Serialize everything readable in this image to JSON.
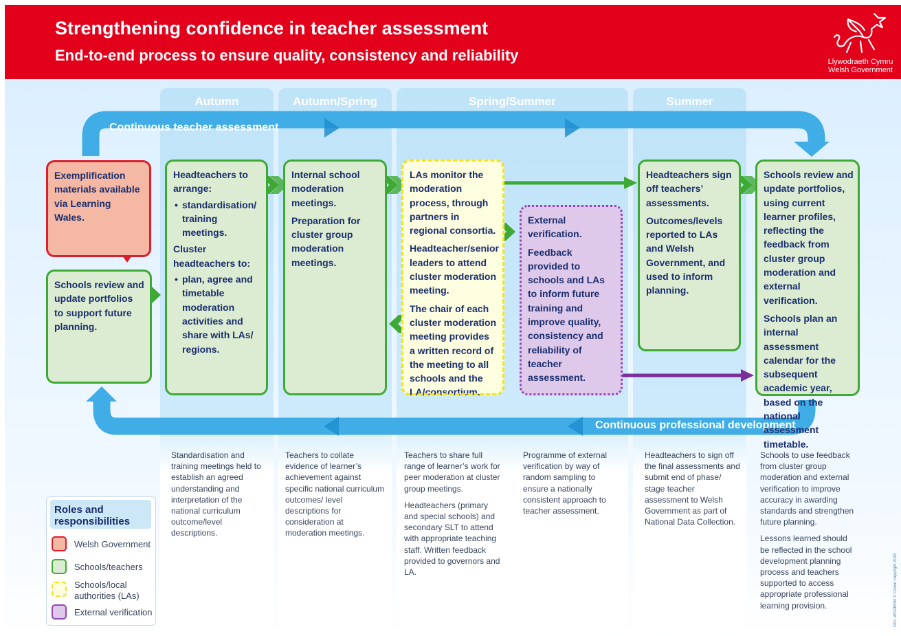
{
  "header": {
    "title": "Strengthening confidence in teacher assessment",
    "subtitle": "End-to-end process to ensure quality, consistency and reliability",
    "logo_line1": "Llywodraeth Cymru",
    "logo_line2": "Welsh Government"
  },
  "columns": {
    "autumn": "Autumn",
    "autumn_spring": "Autumn/Spring",
    "spring_summer": "Spring/Summer",
    "summer": "Summer"
  },
  "banners": {
    "top": "Continuous teacher assessment",
    "bottom": "Continuous professional development"
  },
  "boxes": {
    "exemplification": "Exemplification materials available via Learning Wales.",
    "schools_left": "Schools review and update portfolios to support future planning.",
    "headteachers_arrange": {
      "intro": "Headteachers to arrange:",
      "bullet1": "standardisation/ training meetings.",
      "cluster_intro": "Cluster headteachers to:",
      "bullet2": "plan, agree and timetable moderation activities and share with LAs/ regions."
    },
    "internal": {
      "p1": "Internal school moderation meetings.",
      "p2": "Preparation for cluster group moderation meetings."
    },
    "las": {
      "p1": "LAs monitor the moderation process, through partners in regional consortia.",
      "p2": "Headteacher/senior leaders to attend cluster moderation meeting.",
      "p3": "The chair of each cluster moderation meeting provides a written record of the meeting to all schools and the LA/consortium."
    },
    "external": {
      "p1": "External verification.",
      "p2": "Feedback provided to schools and LAs to inform future training and improve quality, consistency and reliability of teacher assessment."
    },
    "signoff": {
      "p1": "Headteachers sign off teachers’ assessments.",
      "p2": "Outcomes/levels reported to LAs and Welsh Government, and used to inform planning."
    },
    "schools_right": {
      "p1": "Schools review and update portfolios, using current learner profiles, reflecting the feedback from cluster group moderation and external verification.",
      "p2": "Schools plan an internal assessment calendar for the subsequent academic year, based on the national assessment timetable."
    }
  },
  "descriptions": {
    "d1": "Standardisation and training meetings held to establish an agreed understanding and interpretation of the national curriculum outcome/level descriptions.",
    "d2": "Teachers to collate evidence of learner’s achievement against specific national curriculum outcomes/ level descriptions for consideration at moderation meetings.",
    "d3a": "Teachers to share full range of learner’s work for peer moderation at cluster group meetings.",
    "d3b": "Headteachers (primary and special schools) and secondary SLT to attend with appropriate teaching staff. Written feedback provided to governors and LA.",
    "d4": "Programme of external verification by way of random sampling to ensure a nationally consistent approach to teacher assessment.",
    "d5": "Headteachers to sign off the final assessments and submit end of phase/ stage teacher assessment to Welsh Government as part of National Data Collection.",
    "d6a": "Schools to use feedback from cluster group moderation and external verification to improve accuracy in awarding standards and strengthen future planning.",
    "d6b": "Lessons learned should be reflected in the school development planning process and teachers supported to access appropriate professional learning provision."
  },
  "legend": {
    "title": "Roles and responsibilities",
    "welsh_government": "Welsh Government",
    "schools_teachers": "Schools/teachers",
    "schools_las": "Schools/local authorities (LAs)",
    "external_verification": "External verification"
  },
  "copyright": "OGL  WG26994  © Crown copyright 2015",
  "colors": {
    "header_red": "#e2001a",
    "arrow_blue": "#40ade6",
    "green": "#3ea935",
    "purple": "#7a2f99",
    "text_navy": "#1a2e6e"
  },
  "icons": [
    "welsh-dragon-logo",
    "ogl-mark"
  ]
}
